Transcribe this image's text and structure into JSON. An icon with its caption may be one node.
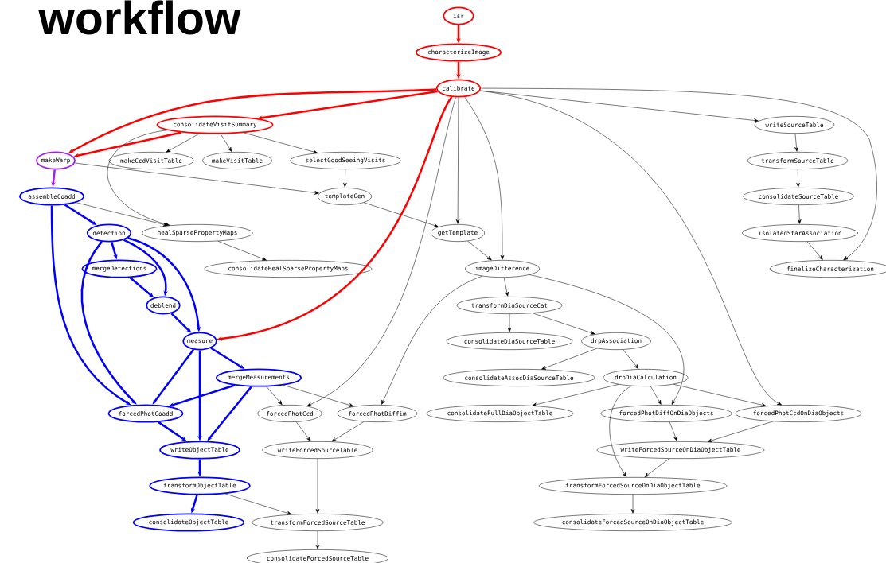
{
  "diagram": {
    "title": "workflow",
    "nodes": [
      {
        "text": [
          "isr"
        ]
      },
      {
        "text": [
          "characterizeImage"
        ]
      },
      {
        "text": [
          "calibrate"
        ]
      },
      {
        "text": [
          "consolidateVisitSummary"
        ]
      },
      {
        "text": [
          "writeSourceTable"
        ]
      },
      {
        "text": [
          "makeWarp"
        ]
      },
      {
        "text": [
          "makeCcdVisitTable"
        ]
      },
      {
        "text": [
          "makeVisitTable"
        ]
      },
      {
        "text": [
          "selectGoodSeeingVisits"
        ]
      },
      {
        "text": [
          "transformSourceTable"
        ]
      },
      {
        "text": [
          "assembleCoadd"
        ]
      },
      {
        "text": [
          "templateGen"
        ]
      },
      {
        "text": [
          "consolidateSourceTable"
        ]
      },
      {
        "text": [
          "detection"
        ]
      },
      {
        "text": [
          "healSparsePropertyMaps"
        ]
      },
      {
        "text": [
          "getTemplate"
        ]
      },
      {
        "text": [
          "isolatedStarAssociation"
        ]
      },
      {
        "text": [
          "mergeDetections"
        ]
      },
      {
        "text": [
          "consolidateHealSparsePropertyMaps"
        ]
      },
      {
        "text": [
          "imageDifference"
        ]
      },
      {
        "text": [
          "finalizeCharacterization"
        ]
      },
      {
        "text": [
          "deblend"
        ]
      },
      {
        "text": [
          "transformDiaSourceCat"
        ]
      },
      {
        "text": [
          "measure"
        ]
      },
      {
        "text": [
          "consolidateDiaSourceTable"
        ]
      },
      {
        "text": [
          "drpAssociation"
        ]
      },
      {
        "text": [
          "mergeMeasurements"
        ]
      },
      {
        "text": [
          "consolidateAssocDiaSourceTable"
        ]
      },
      {
        "text": [
          "drpDiaCalculation"
        ]
      },
      {
        "text": [
          "forcedPhotCoadd"
        ]
      },
      {
        "text": [
          "forcedPhotCcd"
        ]
      },
      {
        "text": [
          "forcedPhotDiffim"
        ]
      },
      {
        "text": [
          "consolidateFullDiaObjectTable"
        ]
      },
      {
        "text": [
          "forcedPhotDiffOnDiaObjects"
        ]
      },
      {
        "text": [
          "forcedPhotCcdOnDiaObjects"
        ]
      },
      {
        "text": [
          "writeObjectTable"
        ]
      },
      {
        "text": [
          "writeForcedSourceTable"
        ]
      },
      {
        "text": [
          "writeForcedSourceOnDiaObjectTable"
        ]
      },
      {
        "text": [
          "transformObjectTable"
        ]
      },
      {
        "text": [
          "transformForcedSourceOnDiaObjectTable"
        ]
      },
      {
        "text": [
          "consolidateObjectTable"
        ]
      },
      {
        "text": [
          "transformForcedSourceTable"
        ]
      },
      {
        "text": [
          "consolidateForcedSourceOnDiaObjectTable"
        ]
      },
      {
        "text": [
          "consolidateForcedSourceTable"
        ]
      }
    ],
    "edges": [
      {
        "from": 0,
        "to": 1,
        "arrow": "to",
        "style": "thick",
        "color": "#ff0000"
      },
      {
        "from": 1,
        "to": 2,
        "arrow": "to",
        "style": "thick",
        "color": "#ff0000"
      },
      {
        "from": 2,
        "to": 3,
        "arrow": "to",
        "style": "thick",
        "color": "#ff0000"
      },
      {
        "from": 2,
        "to": 5,
        "arrow": "to",
        "style": "thick",
        "color": "#ff0000"
      },
      {
        "from": 3,
        "to": 5,
        "arrow": "to",
        "style": "thick",
        "color": "#ff0000"
      },
      {
        "from": 2,
        "to": 23,
        "arrow": "to",
        "style": "thick",
        "color": "#ff0000"
      },
      {
        "from": 2,
        "to": 4,
        "arrow": "to"
      },
      {
        "from": 2,
        "to": 15,
        "arrow": "to"
      },
      {
        "from": 2,
        "to": 19,
        "arrow": "to"
      },
      {
        "from": 2,
        "to": 20,
        "arrow": "to"
      },
      {
        "from": 2,
        "to": 34,
        "arrow": "to"
      },
      {
        "from": 2,
        "to": 30,
        "arrow": "to"
      },
      {
        "from": 3,
        "to": 6,
        "arrow": "to"
      },
      {
        "from": 3,
        "to": 7,
        "arrow": "to"
      },
      {
        "from": 3,
        "to": 8,
        "arrow": "to"
      },
      {
        "from": 3,
        "to": 14,
        "arrow": "to"
      },
      {
        "from": 5,
        "to": 10,
        "arrow": "to",
        "style": "thick",
        "color": "#a020f0"
      },
      {
        "from": 5,
        "to": 11,
        "arrow": "to"
      },
      {
        "from": 8,
        "to": 11,
        "arrow": "to"
      },
      {
        "from": 10,
        "to": 13,
        "arrow": "to",
        "style": "thick",
        "color": "#0000ff"
      },
      {
        "from": 10,
        "to": 14,
        "arrow": "to"
      },
      {
        "from": 10,
        "to": 29,
        "arrow": "to",
        "style": "thick",
        "color": "#0000ff"
      },
      {
        "from": 11,
        "to": 15,
        "arrow": "to"
      },
      {
        "from": 13,
        "to": 17,
        "arrow": "to",
        "style": "thick",
        "color": "#0000ff"
      },
      {
        "from": 13,
        "to": 21,
        "arrow": "to",
        "style": "thick",
        "color": "#0000ff"
      },
      {
        "from": 13,
        "to": 23,
        "arrow": "to",
        "style": "thick",
        "color": "#0000ff"
      },
      {
        "from": 13,
        "to": 29,
        "arrow": "to",
        "style": "thick",
        "color": "#0000ff"
      },
      {
        "from": 4,
        "to": 9,
        "arrow": "to"
      },
      {
        "from": 9,
        "to": 12,
        "arrow": "to"
      },
      {
        "from": 12,
        "to": 16,
        "arrow": "to"
      },
      {
        "from": 16,
        "to": 20,
        "arrow": "to"
      },
      {
        "from": 14,
        "to": 18,
        "arrow": "to"
      },
      {
        "from": 15,
        "to": 19,
        "arrow": "to"
      },
      {
        "from": 17,
        "to": 21,
        "arrow": "to",
        "style": "thick",
        "color": "#0000ff"
      },
      {
        "from": 21,
        "to": 23,
        "arrow": "to",
        "style": "thick",
        "color": "#0000ff"
      },
      {
        "from": 19,
        "to": 22,
        "arrow": "to"
      },
      {
        "from": 19,
        "to": 31,
        "arrow": "to"
      },
      {
        "from": 19,
        "to": 33,
        "arrow": "to"
      },
      {
        "from": 22,
        "to": 24,
        "arrow": "to"
      },
      {
        "from": 22,
        "to": 25,
        "arrow": "to"
      },
      {
        "from": 23,
        "to": 26,
        "arrow": "to",
        "style": "thick",
        "color": "#0000ff"
      },
      {
        "from": 23,
        "to": 29,
        "arrow": "to",
        "style": "thick",
        "color": "#0000ff"
      },
      {
        "from": 23,
        "to": 35,
        "arrow": "to",
        "style": "thick",
        "color": "#0000ff"
      },
      {
        "from": 25,
        "to": 27,
        "arrow": "to"
      },
      {
        "from": 25,
        "to": 28,
        "arrow": "to"
      },
      {
        "from": 26,
        "to": 29,
        "arrow": "to",
        "style": "thick",
        "color": "#0000ff"
      },
      {
        "from": 26,
        "to": 35,
        "arrow": "to",
        "style": "thick",
        "color": "#0000ff"
      },
      {
        "from": 26,
        "to": 30,
        "arrow": "to"
      },
      {
        "from": 26,
        "to": 31,
        "arrow": "to"
      },
      {
        "from": 28,
        "to": 32,
        "arrow": "to"
      },
      {
        "from": 28,
        "to": 33,
        "arrow": "to"
      },
      {
        "from": 28,
        "to": 34,
        "arrow": "to"
      },
      {
        "from": 28,
        "to": 39,
        "arrow": "to"
      },
      {
        "from": 29,
        "to": 35,
        "arrow": "to",
        "style": "thick",
        "color": "#0000ff"
      },
      {
        "from": 30,
        "to": 36,
        "arrow": "to"
      },
      {
        "from": 31,
        "to": 36,
        "arrow": "to"
      },
      {
        "from": 33,
        "to": 37,
        "arrow": "to"
      },
      {
        "from": 34,
        "to": 37,
        "arrow": "to"
      },
      {
        "from": 35,
        "to": 38,
        "arrow": "to",
        "style": "thick",
        "color": "#0000ff"
      },
      {
        "from": 38,
        "to": 40,
        "arrow": "to",
        "style": "thick",
        "color": "#0000ff"
      },
      {
        "from": 38,
        "to": 41,
        "arrow": "to"
      },
      {
        "from": 36,
        "to": 41,
        "arrow": "to"
      },
      {
        "from": 41,
        "to": 43,
        "arrow": "to"
      },
      {
        "from": 37,
        "to": 39,
        "arrow": "to"
      },
      {
        "from": 39,
        "to": 42,
        "arrow": "to"
      }
    ]
  }
}
